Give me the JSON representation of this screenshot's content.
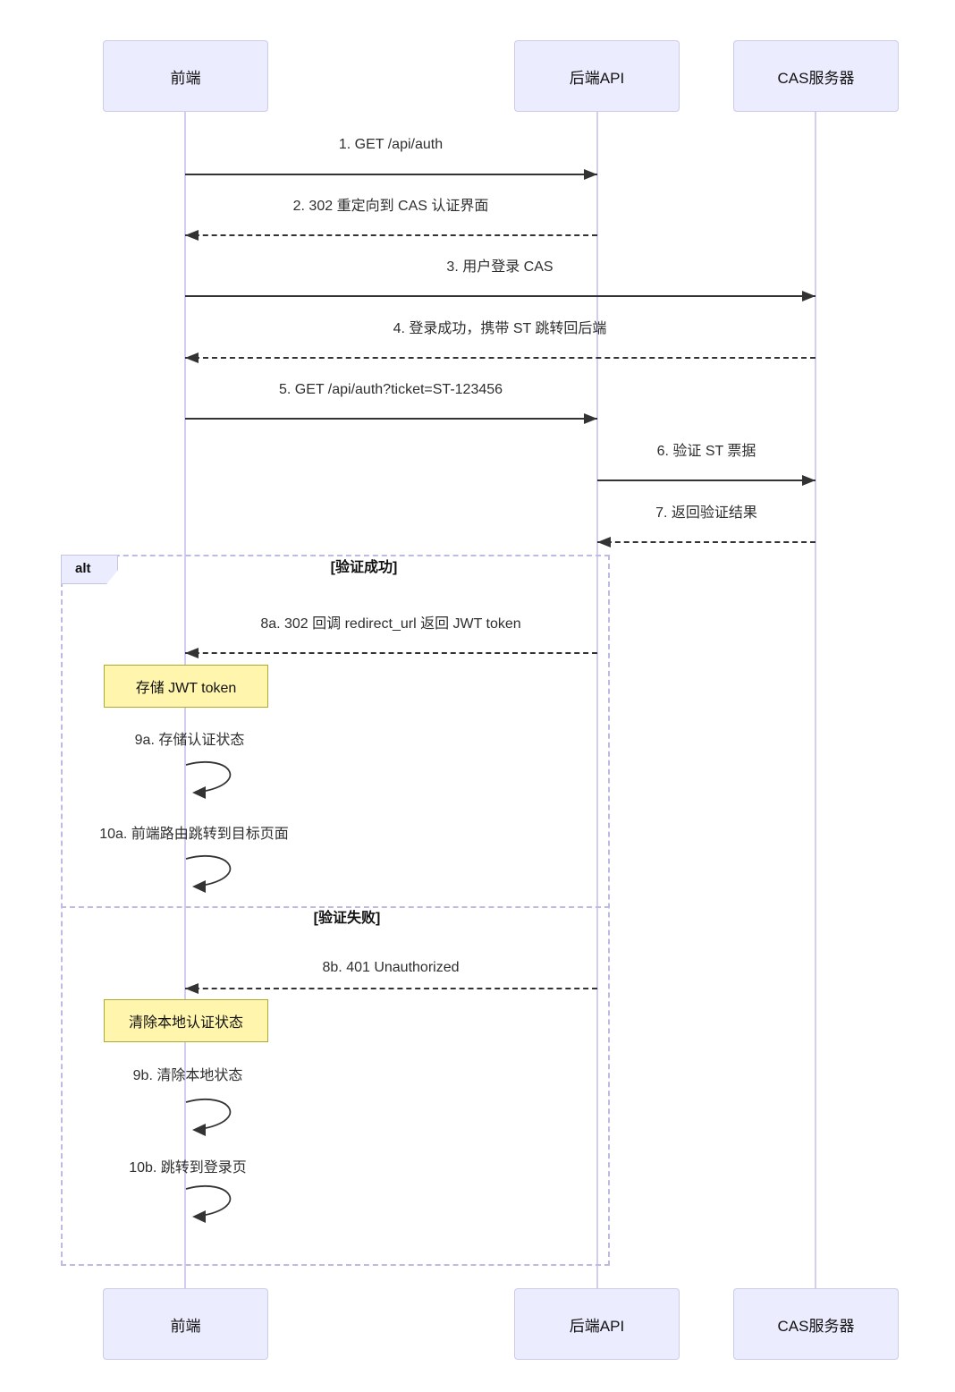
{
  "diagram": {
    "type": "sequence-diagram",
    "actors": [
      {
        "name": "前端"
      },
      {
        "name": "后端API"
      },
      {
        "name": "CAS服务器"
      }
    ],
    "messages": [
      {
        "id": "1",
        "label": "1. GET /api/auth",
        "from": "前端",
        "to": "后端API",
        "style": "solid"
      },
      {
        "id": "2",
        "label": "2. 302 重定向到 CAS 认证界面",
        "from": "后端API",
        "to": "前端",
        "style": "dashed"
      },
      {
        "id": "3",
        "label": "3. 用户登录 CAS",
        "from": "前端",
        "to": "CAS服务器",
        "style": "solid"
      },
      {
        "id": "4",
        "label": "4. 登录成功，携带 ST 跳转回后端",
        "from": "CAS服务器",
        "to": "前端",
        "style": "dashed"
      },
      {
        "id": "5",
        "label": "5. GET /api/auth?ticket=ST-123456",
        "from": "前端",
        "to": "后端API",
        "style": "solid"
      },
      {
        "id": "6",
        "label": "6. 验证 ST 票据",
        "from": "后端API",
        "to": "CAS服务器",
        "style": "solid"
      },
      {
        "id": "7",
        "label": "7. 返回验证结果",
        "from": "CAS服务器",
        "to": "后端API",
        "style": "dashed"
      },
      {
        "id": "8a",
        "label": "8a. 302 回调 redirect_url 返回 JWT token",
        "from": "后端API",
        "to": "前端",
        "style": "dashed"
      },
      {
        "id": "9a",
        "label": "9a. 存储认证状态",
        "from": "前端",
        "to": "前端",
        "style": "self"
      },
      {
        "id": "10a",
        "label": "10a. 前端路由跳转到目标页面",
        "from": "前端",
        "to": "前端",
        "style": "self"
      },
      {
        "id": "8b",
        "label": "8b. 401 Unauthorized",
        "from": "后端API",
        "to": "前端",
        "style": "dashed"
      },
      {
        "id": "9b",
        "label": "9b. 清除本地状态",
        "from": "前端",
        "to": "前端",
        "style": "self"
      },
      {
        "id": "10b",
        "label": "10b. 跳转到登录页",
        "from": "前端",
        "to": "前端",
        "style": "self"
      }
    ],
    "alt_block": {
      "label": "alt",
      "branches": [
        {
          "condition": "[验证成功]"
        },
        {
          "condition": "[验证失败]"
        }
      ]
    },
    "notes": [
      {
        "text": "存储 JWT token",
        "over": "前端"
      },
      {
        "text": "清除本地认证状态",
        "over": "前端"
      }
    ],
    "colors": {
      "actor_fill": "#ECECFF",
      "actor_border": "#CCCCE8",
      "lifeline": "#D4CCF1",
      "note_fill": "#FFF5AD",
      "note_border": "#AAAA33",
      "frame_border": "#BCBCE2",
      "message_line": "#333333",
      "text": "#2E2E2E"
    }
  }
}
